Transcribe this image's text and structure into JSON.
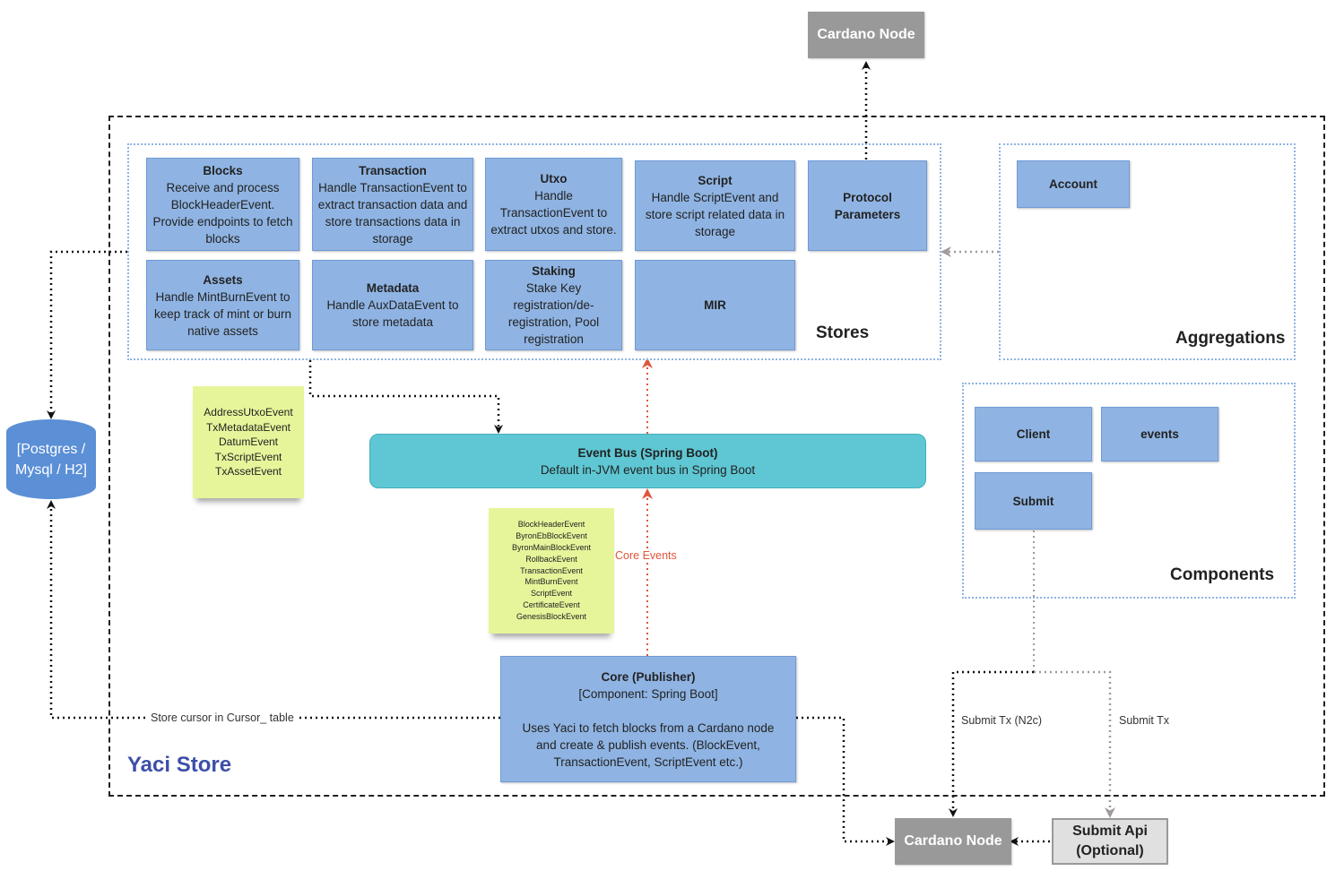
{
  "title": "Yaci Store",
  "cardano_node_top": "Cardano Node",
  "cardano_node_bottom": "Cardano Node",
  "submit_api": {
    "line1": "Submit Api",
    "line2": "(Optional)"
  },
  "database": {
    "line1": "[Postgres /",
    "line2": "Mysql / H2]"
  },
  "stores": {
    "label": "Stores",
    "blocks": {
      "title": "Blocks",
      "desc": "Receive and process BlockHeaderEvent. Provide endpoints to fetch blocks"
    },
    "transaction": {
      "title": "Transaction",
      "desc": "Handle TransactionEvent to extract transaction data and store transactions data in storage"
    },
    "utxo": {
      "title": "Utxo",
      "desc": "Handle TransactionEvent to extract utxos and store."
    },
    "script": {
      "title": "Script",
      "desc": "Handle ScriptEvent and store script related data in storage"
    },
    "protocol": {
      "title": "Protocol Parameters"
    },
    "assets": {
      "title": "Assets",
      "desc": "Handle MintBurnEvent to keep track of mint or burn native assets"
    },
    "metadata": {
      "title": "Metadata",
      "desc": "Handle AuxDataEvent to store metadata"
    },
    "staking": {
      "title": "Staking",
      "desc": "Stake Key registration/de-registration, Pool registration"
    },
    "mir": {
      "title": "MIR"
    }
  },
  "aggregations": {
    "label": "Aggregations",
    "account": "Account"
  },
  "components": {
    "label": "Components",
    "client": "Client",
    "events": "events",
    "submit": "Submit"
  },
  "event_bus": {
    "title": "Event Bus (Spring Boot)",
    "desc": "Default in-JVM event bus in Spring Boot"
  },
  "core": {
    "title": "Core (Publisher)",
    "subtitle": "[Component: Spring Boot]",
    "desc": "Uses Yaci to fetch blocks from a Cardano node and create & publish events. (BlockEvent, TransactionEvent, ScriptEvent etc.)"
  },
  "note_store_events": [
    "AddressUtxoEvent",
    "TxMetadataEvent",
    "DatumEvent",
    "TxScriptEvent",
    "TxAssetEvent"
  ],
  "note_core_events": [
    "BlockHeaderEvent",
    "ByronEbBlockEvent",
    "ByronMainBlockEvent",
    "RollbackEvent",
    "TransactionEvent",
    "MintBurnEvent",
    "ScriptEvent",
    "CertificateEvent",
    "GenesisBlockEvent"
  ],
  "edge_labels": {
    "core_events": "Core Events",
    "store_cursor": "Store cursor in Cursor_ table",
    "submit_n2c": "Submit Tx (N2c)",
    "submit_tx": "Submit Tx"
  },
  "colors": {
    "box": "#8fb4e3",
    "event_bus": "#5ec7d3",
    "note": "#e6f59a",
    "database": "#5b8fd6",
    "node": "#999999",
    "title": "#3d4fa8",
    "core_events_arrow": "#e0553a"
  }
}
